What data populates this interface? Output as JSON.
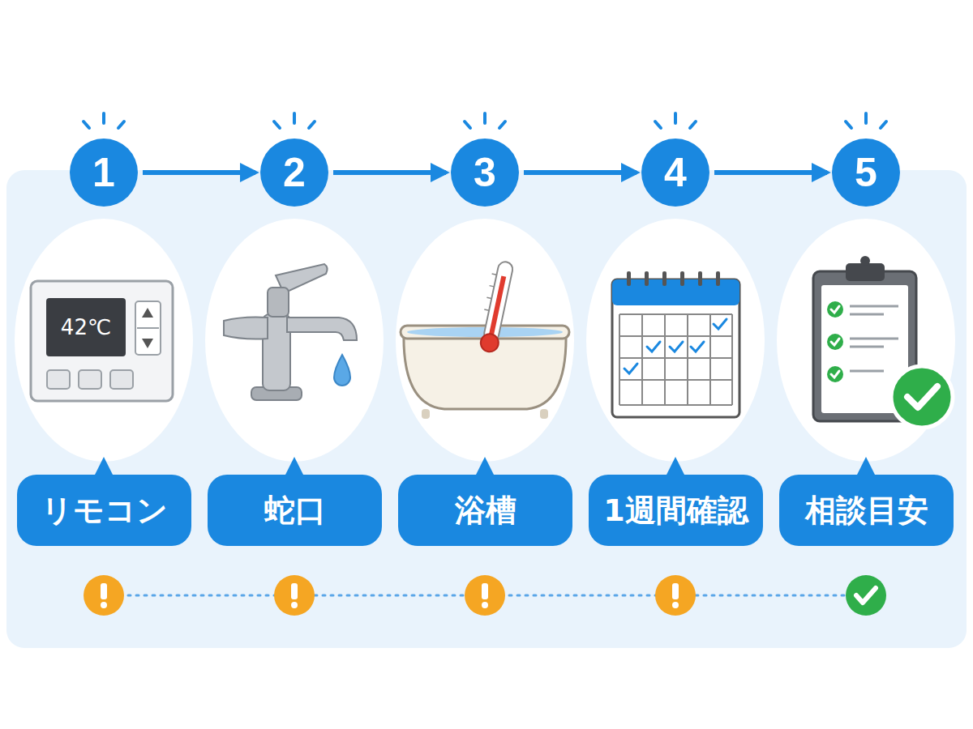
{
  "diagram": {
    "nodes": [
      {
        "text": [
          "1"
        ]
      },
      {
        "text": [
          "2"
        ]
      },
      {
        "text": [
          "3"
        ]
      },
      {
        "text": [
          "4"
        ]
      },
      {
        "text": [
          "5"
        ]
      },
      {
        "text": [
          "リモコン"
        ]
      },
      {
        "text": [
          "蛇口"
        ]
      },
      {
        "text": [
          "浴槽"
        ]
      },
      {
        "text": [
          "1週間確認"
        ]
      },
      {
        "text": [
          "相談目安"
        ]
      }
    ],
    "edges": [
      {
        "from": 0,
        "to": 1,
        "arrow": "to"
      },
      {
        "from": 1,
        "to": 2,
        "arrow": "to"
      },
      {
        "from": 2,
        "to": 3,
        "arrow": "to"
      },
      {
        "from": 3,
        "to": 4,
        "arrow": "to"
      }
    ],
    "labels": [
      "42℃"
    ]
  }
}
